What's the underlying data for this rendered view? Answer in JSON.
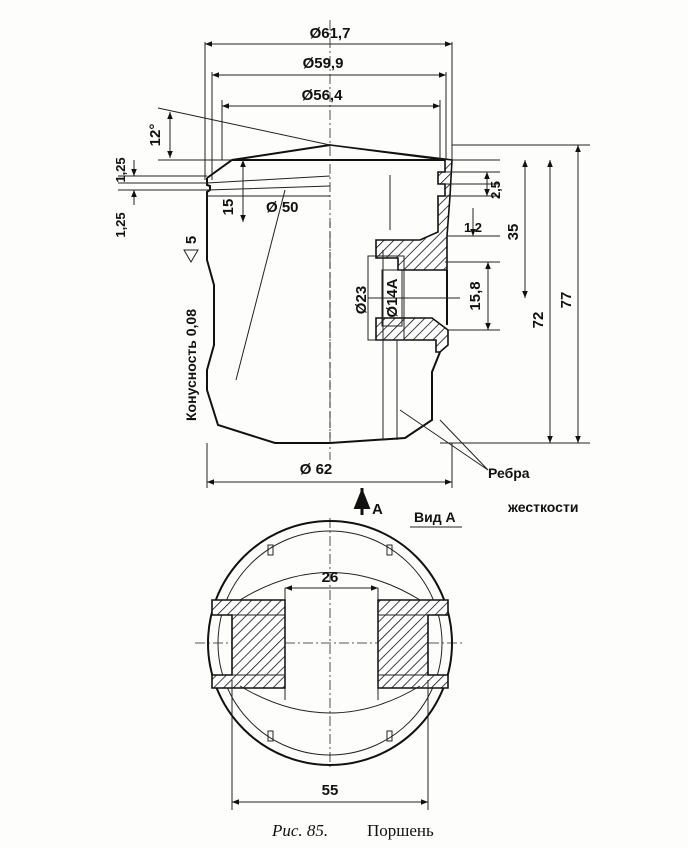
{
  "title_view": "Вид А",
  "arrow_label": "А",
  "dimensions": {
    "d_61_7": "Ø61,7",
    "d_59_9": "Ø59,9",
    "d_56_4": "Ø56,4",
    "angle_12": "12°",
    "h_1_25_top": "1,25",
    "h_1_25_bot": "1,25",
    "h_15": "15",
    "d_50": "Ø 50",
    "surf_5": "5",
    "h_2_5": "2,5",
    "h_1_2": "1,2",
    "h_35": "35",
    "d_23": "Ø23",
    "d_14A": "Ø14А",
    "h_15_8": "15,8",
    "h_72": "72",
    "h_77": "77",
    "d_62": "Ø 62",
    "w_26": "26",
    "w_55": "55"
  },
  "notes": {
    "taper": "Конусность 0,08",
    "ribs_line1": "Ребра",
    "ribs_line2": "жесткости"
  },
  "caption": {
    "number": "Рис. 85.",
    "title": "Поршень"
  }
}
